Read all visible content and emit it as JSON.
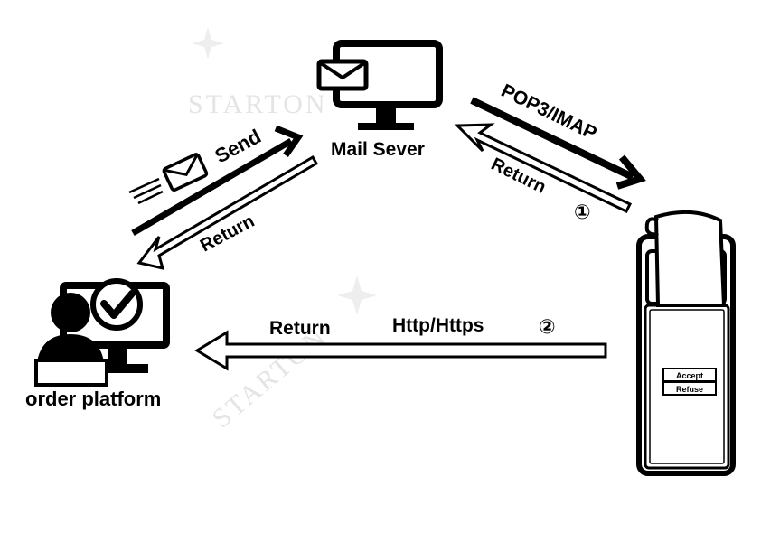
{
  "watermark": {
    "text": "STARTON"
  },
  "nodes": {
    "mail_server": {
      "label": "Mail Sever"
    },
    "order_platform": {
      "label": "order platform"
    },
    "printer": {
      "accept_label": "Accept",
      "refuse_label": "Refuse"
    }
  },
  "arrows": {
    "send": {
      "label": "Send"
    },
    "return_to_platform": {
      "label": "Return"
    },
    "pop3_imap": {
      "label": "POP3/IMAP"
    },
    "return_to_mail": {
      "label": "Return",
      "step": "①"
    },
    "return_http": {
      "label": "Return"
    },
    "http_https": {
      "label": "Http/Https",
      "step": "②"
    }
  },
  "colors": {
    "ink": "#000000",
    "paper": "#ffffff",
    "watermark": "#e4e4e4"
  }
}
